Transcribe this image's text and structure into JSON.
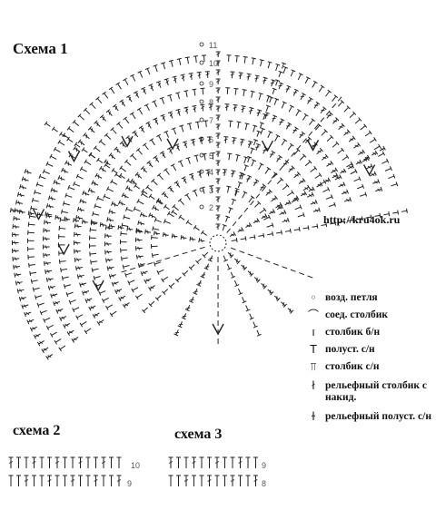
{
  "titles": {
    "scheme1": "Схема 1",
    "scheme2": "схема 2",
    "scheme3": "схема 3"
  },
  "source_url": "http://kru4ok.ru",
  "row_numbers": [
    "2",
    "3",
    "4",
    "5",
    "6",
    "7",
    "8",
    "9",
    "10",
    "11"
  ],
  "legend": [
    {
      "symbol": "chain-icon",
      "glyph": "◦",
      "label": "возд. петля"
    },
    {
      "symbol": "slip-stitch-icon",
      "glyph": "⌒",
      "label": "соед. столбик"
    },
    {
      "symbol": "single-crochet-icon",
      "glyph": "ı",
      "label": "столбик б/н"
    },
    {
      "symbol": "half-double-crochet-icon",
      "glyph": "T",
      "label": "полуст. с/н"
    },
    {
      "symbol": "double-crochet-icon",
      "glyph": "⫪",
      "label": "столбик с/н"
    },
    {
      "symbol": "front-post-double-icon",
      "glyph": "ł",
      "label": "рельефный столбик с накид."
    },
    {
      "symbol": "front-post-half-double-icon",
      "glyph": "ɫ",
      "label": "рельефный полуст. с/н"
    }
  ],
  "mini_schemes": {
    "scheme2_rows": [
      "10",
      "9"
    ],
    "scheme3_rows": [
      "9",
      "8"
    ]
  },
  "colors": {
    "ink": "#222222",
    "faint": "#888888"
  }
}
